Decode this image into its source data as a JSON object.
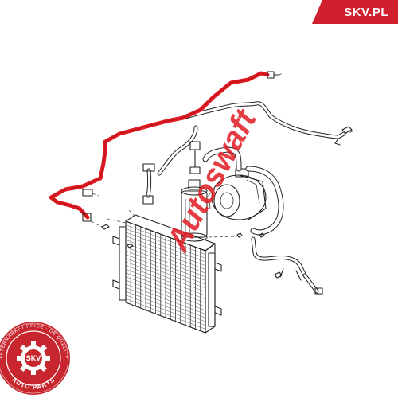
{
  "brand": {
    "label": "SKV.PL",
    "color": "#d0202e"
  },
  "watermark": {
    "text": "Autoswaft",
    "color": "#e21b23"
  },
  "seal": {
    "center_text": "SKV",
    "ring_text": "AFTERMARKET PRICE · OE QUALITY",
    "bottom_text": "AUTO PARTS",
    "color": "#c8262f"
  },
  "highlight_color": "#e21b23"
}
